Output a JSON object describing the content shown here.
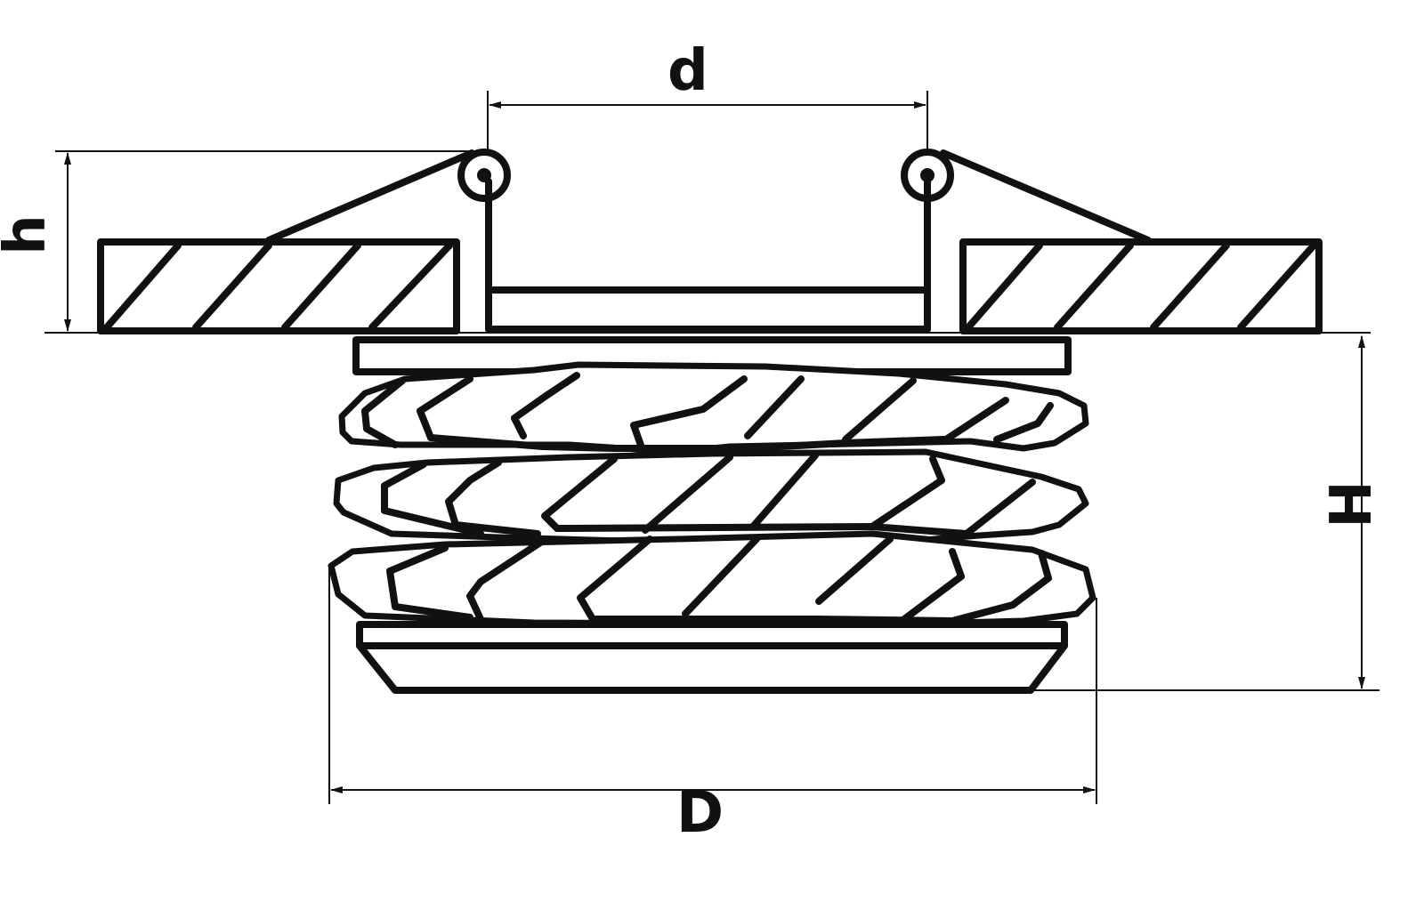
{
  "dimensions": {
    "inner_diameter_label": "d",
    "outer_diameter_label": "D",
    "mount_height_label": "h",
    "body_height_label": "H"
  },
  "colors": {
    "line": "#111111",
    "background": "#ffffff"
  }
}
